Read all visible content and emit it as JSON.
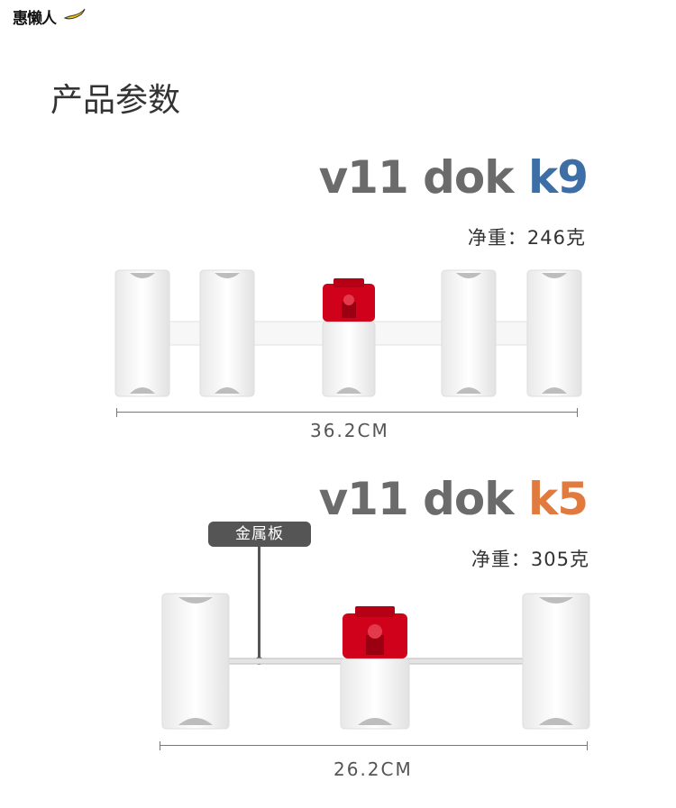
{
  "brand": {
    "logo_text": "惠懒人"
  },
  "title": "产品参数",
  "products": [
    {
      "model_base": "v11 dok ",
      "model_suffix": "k9",
      "weight": "净重：246克",
      "dimension": "36.2CM"
    },
    {
      "model_base": "v11 dok ",
      "model_suffix": "k5",
      "weight": "净重：305克",
      "dimension": "26.2CM",
      "callout": "金属板"
    }
  ],
  "colors": {
    "k9_accent": "#3d6ea5",
    "k5_accent": "#e07a3f",
    "adapter_red": "#d0021b",
    "model_gray": "#6b6b6b"
  }
}
